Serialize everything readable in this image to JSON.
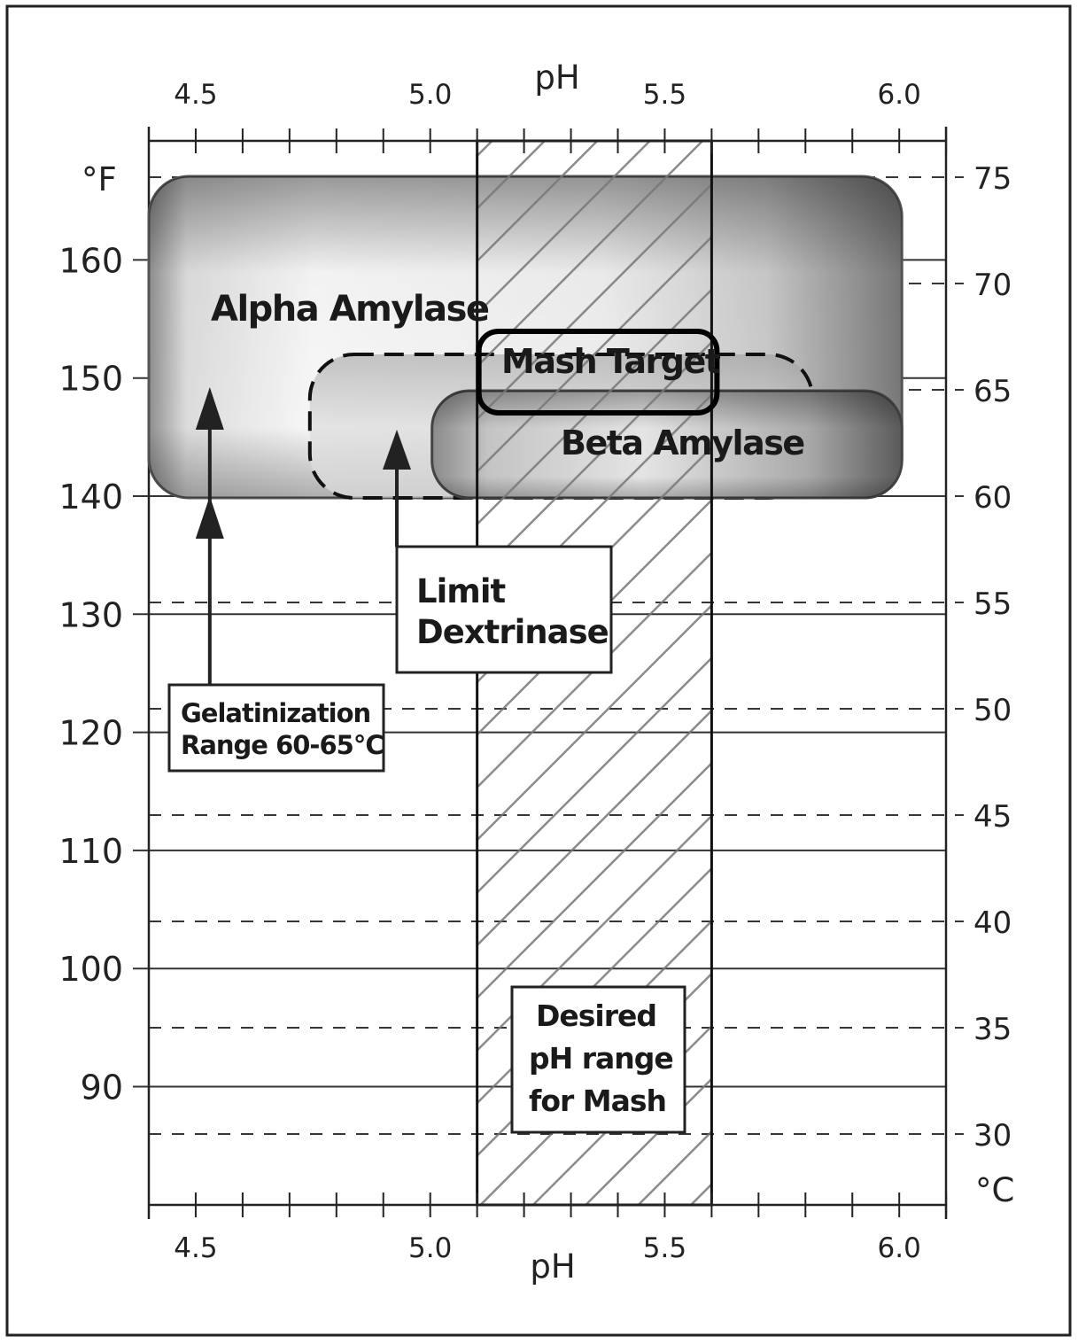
{
  "chart_data": {
    "type": "area",
    "title": "",
    "x_axis": {
      "label": "pH",
      "range": [
        4.4,
        6.1
      ],
      "ticks": [
        4.5,
        5.0,
        5.5,
        6.0
      ],
      "tick_labels": [
        "4.5",
        "5.0",
        "5.5",
        "6.0"
      ],
      "minor_step": 0.1
    },
    "y_axis_left": {
      "label": "°F",
      "ticks": [
        90,
        100,
        110,
        120,
        130,
        140,
        150,
        160
      ],
      "tick_labels": [
        "90",
        "100",
        "110",
        "120",
        "130",
        "140",
        "150",
        "160"
      ]
    },
    "y_axis_right": {
      "label": "°C",
      "ticks": [
        30,
        35,
        40,
        45,
        50,
        55,
        60,
        65,
        70,
        75
      ],
      "tick_labels": [
        "30",
        "35",
        "40",
        "45",
        "50",
        "55",
        "60",
        "65",
        "70",
        "75"
      ]
    },
    "regions": [
      {
        "name": "Alpha Amylase",
        "ph_range": [
          4.4,
          6.0
        ],
        "temp_c_range": [
          60,
          75
        ],
        "style": "shaded"
      },
      {
        "name": "Limit Dextrinase",
        "ph_range": [
          4.8,
          5.8
        ],
        "temp_c_range": [
          60,
          67
        ],
        "style": "dashed"
      },
      {
        "name": "Beta Amylase",
        "ph_range": [
          5.0,
          6.0
        ],
        "temp_c_range": [
          60,
          65
        ],
        "style": "shaded"
      },
      {
        "name": "Mash Target",
        "ph_range": [
          5.1,
          5.6
        ],
        "temp_c_range": [
          64,
          67
        ],
        "style": "outline"
      },
      {
        "name": "Desired pH range for Mash",
        "ph_range": [
          5.1,
          5.6
        ],
        "style": "hatched"
      }
    ],
    "annotations": [
      {
        "name": "Gelatinization Range 60-65°C",
        "lines": [
          "Gelatinization",
          "Range 60-65°C"
        ],
        "temp_c_range": [
          60,
          65
        ],
        "ph": 4.53
      },
      {
        "name": "Limit Dextrinase",
        "lines": [
          "Limit",
          "Dextrinase"
        ]
      },
      {
        "name": "Desired pH range for Mash",
        "lines": [
          "Desired",
          "pH range",
          "for Mash"
        ]
      }
    ],
    "grid": true,
    "grid_style": {
      "fahrenheit": "solid",
      "celsius": "dashed"
    }
  },
  "labels": {
    "alpha": "Alpha Amylase",
    "beta": "Beta Amylase",
    "mash_target": "Mash Target",
    "ph_top": "pH",
    "ph_bottom": "pH",
    "fahrenheit": "°F",
    "celsius": "°C"
  }
}
